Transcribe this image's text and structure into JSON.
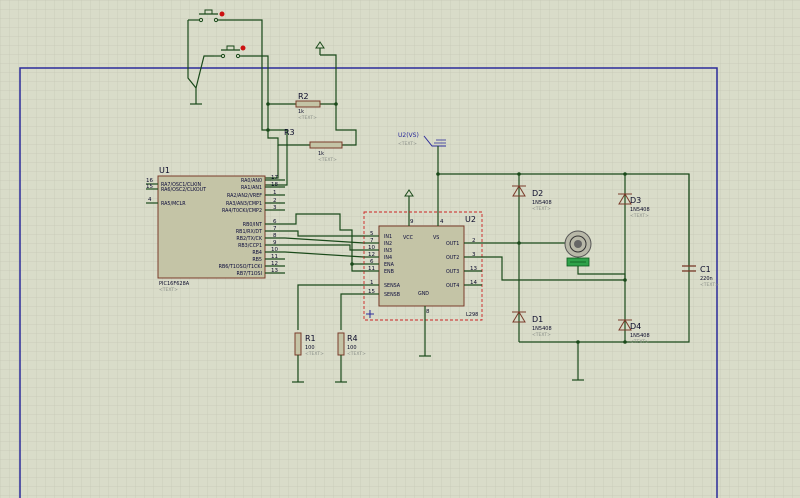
{
  "colors": {
    "background": "#d9dcc9",
    "grid": "#c5c8b5",
    "wire": "#1a4a1a",
    "body": "#c4c4a6",
    "outline": "#7a3b2a",
    "sheet_border": "#2b2b9a",
    "dashed_box": "#cc2222"
  },
  "placeholder_text": "<TEXT>",
  "u1": {
    "ref": "U1",
    "part": "PIC16F628A",
    "left_pins": [
      {
        "num": "16",
        "name": "RA7/OSC1/CLKIN"
      },
      {
        "num": "15",
        "name": "RA6/OSC2/CLKOUT"
      },
      {
        "num": "4",
        "name": "RA5/MCLR"
      }
    ],
    "right_pins": [
      {
        "num": "17",
        "name": "RA0/AN0"
      },
      {
        "num": "18",
        "name": "RA1/AN1"
      },
      {
        "num": "1",
        "name": "RA2/AN2/VREF"
      },
      {
        "num": "2",
        "name": "RA3/AN3/CMP1"
      },
      {
        "num": "3",
        "name": "RA4/T0CKI/CMP2"
      },
      {
        "num": "6",
        "name": "RB0/INT"
      },
      {
        "num": "7",
        "name": "RB1/RX/DT"
      },
      {
        "num": "8",
        "name": "RB2/TX/CK"
      },
      {
        "num": "9",
        "name": "RB3/CCP1"
      },
      {
        "num": "10",
        "name": "RB4"
      },
      {
        "num": "11",
        "name": "RB5"
      },
      {
        "num": "12",
        "name": "RB6/T1OSO/T1CKI"
      },
      {
        "num": "13",
        "name": "RB7/T1OSI"
      }
    ]
  },
  "u2": {
    "ref": "U2",
    "part": "L298",
    "left_pins": [
      {
        "num": "5",
        "name": "IN1"
      },
      {
        "num": "7",
        "name": "IN2"
      },
      {
        "num": "10",
        "name": "IN3"
      },
      {
        "num": "12",
        "name": "IN4"
      },
      {
        "num": "6",
        "name": "ENA"
      },
      {
        "num": "11",
        "name": "ENB"
      },
      {
        "num": "1",
        "name": "SENSA"
      },
      {
        "num": "15",
        "name": "SENSB"
      }
    ],
    "right_pins": [
      {
        "num": "2",
        "name": "OUT1"
      },
      {
        "num": "3",
        "name": "OUT2"
      },
      {
        "num": "13",
        "name": "OUT3"
      },
      {
        "num": "14",
        "name": "OUT4"
      }
    ],
    "top_pins": [
      {
        "num": "9",
        "name": "VCC"
      },
      {
        "num": "4",
        "name": "VS"
      }
    ],
    "bottom_pins": [
      {
        "num": "8",
        "name": "GND"
      }
    ]
  },
  "power_label": "U2(VS)",
  "resistors": [
    {
      "ref": "R2",
      "value": "1k"
    },
    {
      "ref": "R3",
      "value": "1k"
    },
    {
      "ref": "R1",
      "value": "100"
    },
    {
      "ref": "R4",
      "value": "100"
    }
  ],
  "diodes": [
    {
      "ref": "D2",
      "value": "1N5408"
    },
    {
      "ref": "D3",
      "value": "1N5408"
    },
    {
      "ref": "D1",
      "value": "1N5408"
    },
    {
      "ref": "D4",
      "value": "1N5408"
    }
  ],
  "capacitor": {
    "ref": "C1",
    "value": "220n"
  },
  "icons": {
    "switch": "push-button-switch-icon",
    "ground": "ground-symbol-icon",
    "power": "power-arrow-icon",
    "motor": "dc-motor-icon"
  }
}
